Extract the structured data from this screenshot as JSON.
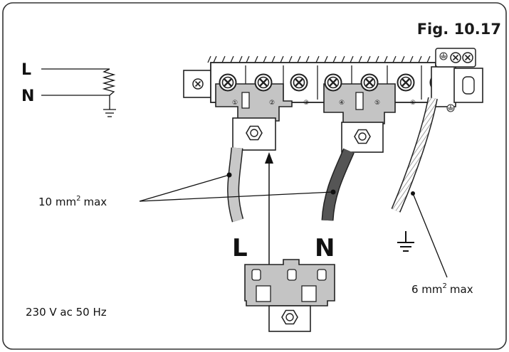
{
  "figure": {
    "title": "Fig. 10.17",
    "schematic": {
      "line_label": "L",
      "neutral_label": "N"
    },
    "terminal_numbers": [
      "①",
      "②",
      "③",
      "④",
      "⑤",
      "⑥"
    ],
    "labels": {
      "live": "L",
      "neutral": "N",
      "live_neutral_cable_note": "10 mm",
      "earth_cable_note": "6 mm",
      "squared": "2",
      "max_word": "max",
      "supply": "230 V ac 50 Hz"
    },
    "colors": {
      "live_wire": "#c8c8c8",
      "neutral_wire": "#555555",
      "bracket": "#c4c4c4",
      "outline": "#222222"
    }
  }
}
